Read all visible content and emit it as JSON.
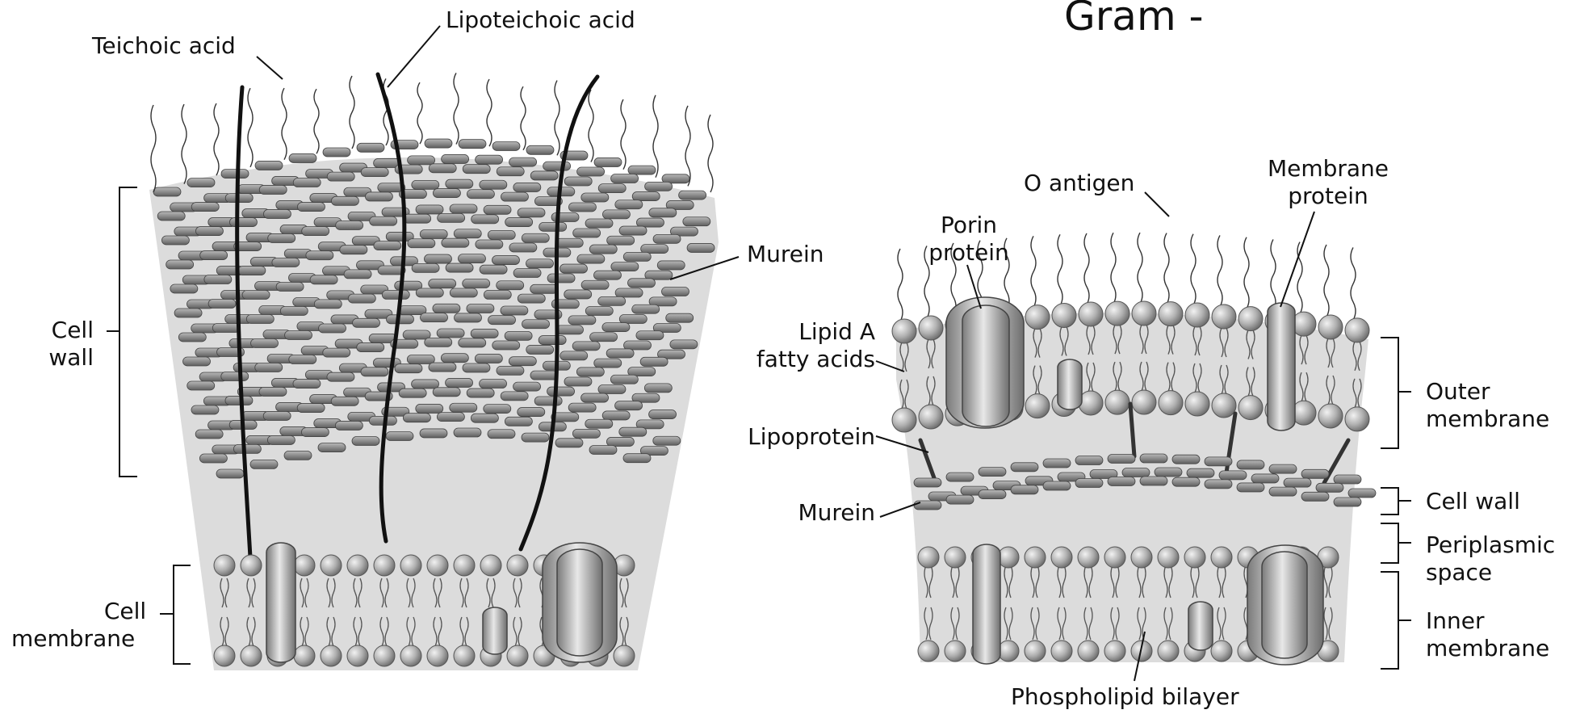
{
  "right_panel_title": "Gram -",
  "gram_positive": {
    "labels": {
      "teichoic_acid": "Teichoic acid",
      "lipoteichoic_acid": "Lipoteichoic acid",
      "murein": "Murein",
      "cell_wall_line1": "Cell",
      "cell_wall_line2": "wall",
      "cell_membrane_line1": "Cell",
      "cell_membrane_line2": "membrane"
    }
  },
  "gram_negative": {
    "labels": {
      "o_antigen": "O antigen",
      "membrane_protein_line1": "Membrane",
      "membrane_protein_line2": "protein",
      "porin_protein_line1": "Porin",
      "porin_protein_line2": "protein",
      "lipid_a_line1": "Lipid A",
      "lipid_a_line2": "fatty acids",
      "lipoprotein": "Lipoprotein",
      "murein": "Murein",
      "outer_membrane_line1": "Outer",
      "outer_membrane_line2": "membrane",
      "cell_wall": "Cell wall",
      "periplasmic_space_line1": "Periplasmic",
      "periplasmic_space_line2": "space",
      "inner_membrane_line1": "Inner",
      "inner_membrane_line2": "membrane",
      "phospholipid_bilayer": "Phospholipid bilayer"
    }
  },
  "colors": {
    "background_fill": "#dcdcdc",
    "murein_block": "#8a8a8a",
    "bead": "#a6a6a6",
    "protein": "#9c9c9c",
    "strand": "#111111"
  }
}
